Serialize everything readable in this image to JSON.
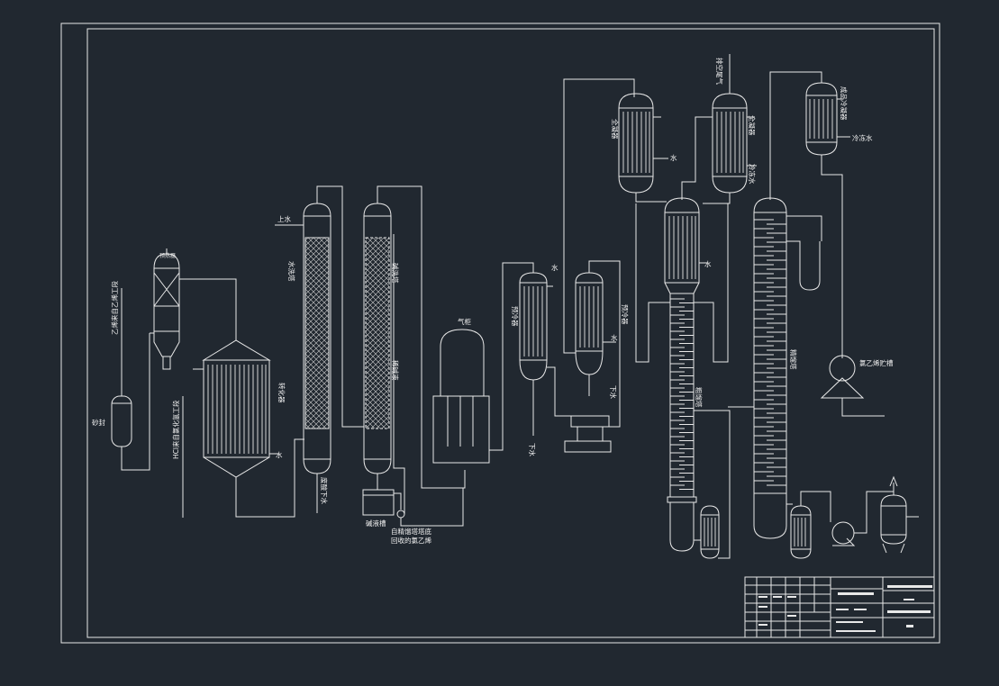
{
  "colors": {
    "background": "#212830",
    "line": "#e8e8e8"
  },
  "labels": {
    "sand_filter": "砂封",
    "raw_gas_line": "乙烯来自乙烯工段",
    "hcl_line": "HCl来自氯化氢工段",
    "preheater": "预热器",
    "converter": "转化器",
    "water_wash_tower": "水洗塔",
    "upper_water": "上水",
    "waste_acid": "废酸下水",
    "alkali_tower": "碱洗塔",
    "alkali_tank": "碱液槽",
    "dilute_alkali": "稀碱液",
    "gas_holder": "气柜",
    "recycle_line1": "自精馏塔塔底",
    "recycle_line2": "回收的氯乙烯",
    "precooler": "预冷器",
    "lower_water_1": "下水",
    "water": "水",
    "condenser_left": "全凝器",
    "condenser_right": "全凝器",
    "vent_gas": "排空尾气",
    "chilled_water": "冷冻水",
    "crude_tower": "粗馏塔",
    "product_condenser": "成品冷凝器",
    "rectifying_tower": "精馏塔",
    "vcm_tank": "氯乙烯贮槽"
  }
}
